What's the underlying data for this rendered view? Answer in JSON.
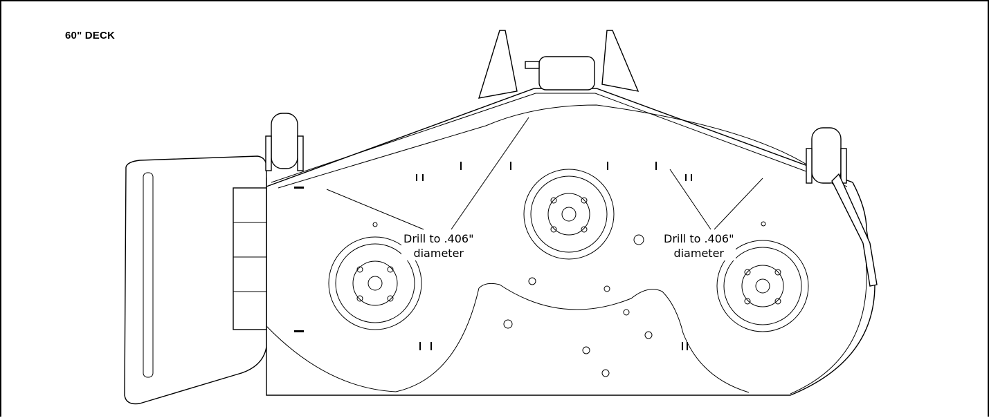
{
  "figure": {
    "title": "60\" DECK",
    "callouts": [
      {
        "line1": "Drill to .406\"",
        "line2": "diameter"
      },
      {
        "line1": "Drill to .406\"",
        "line2": "diameter"
      }
    ],
    "colors": {
      "line": "#000000",
      "background": "#ffffff"
    }
  }
}
